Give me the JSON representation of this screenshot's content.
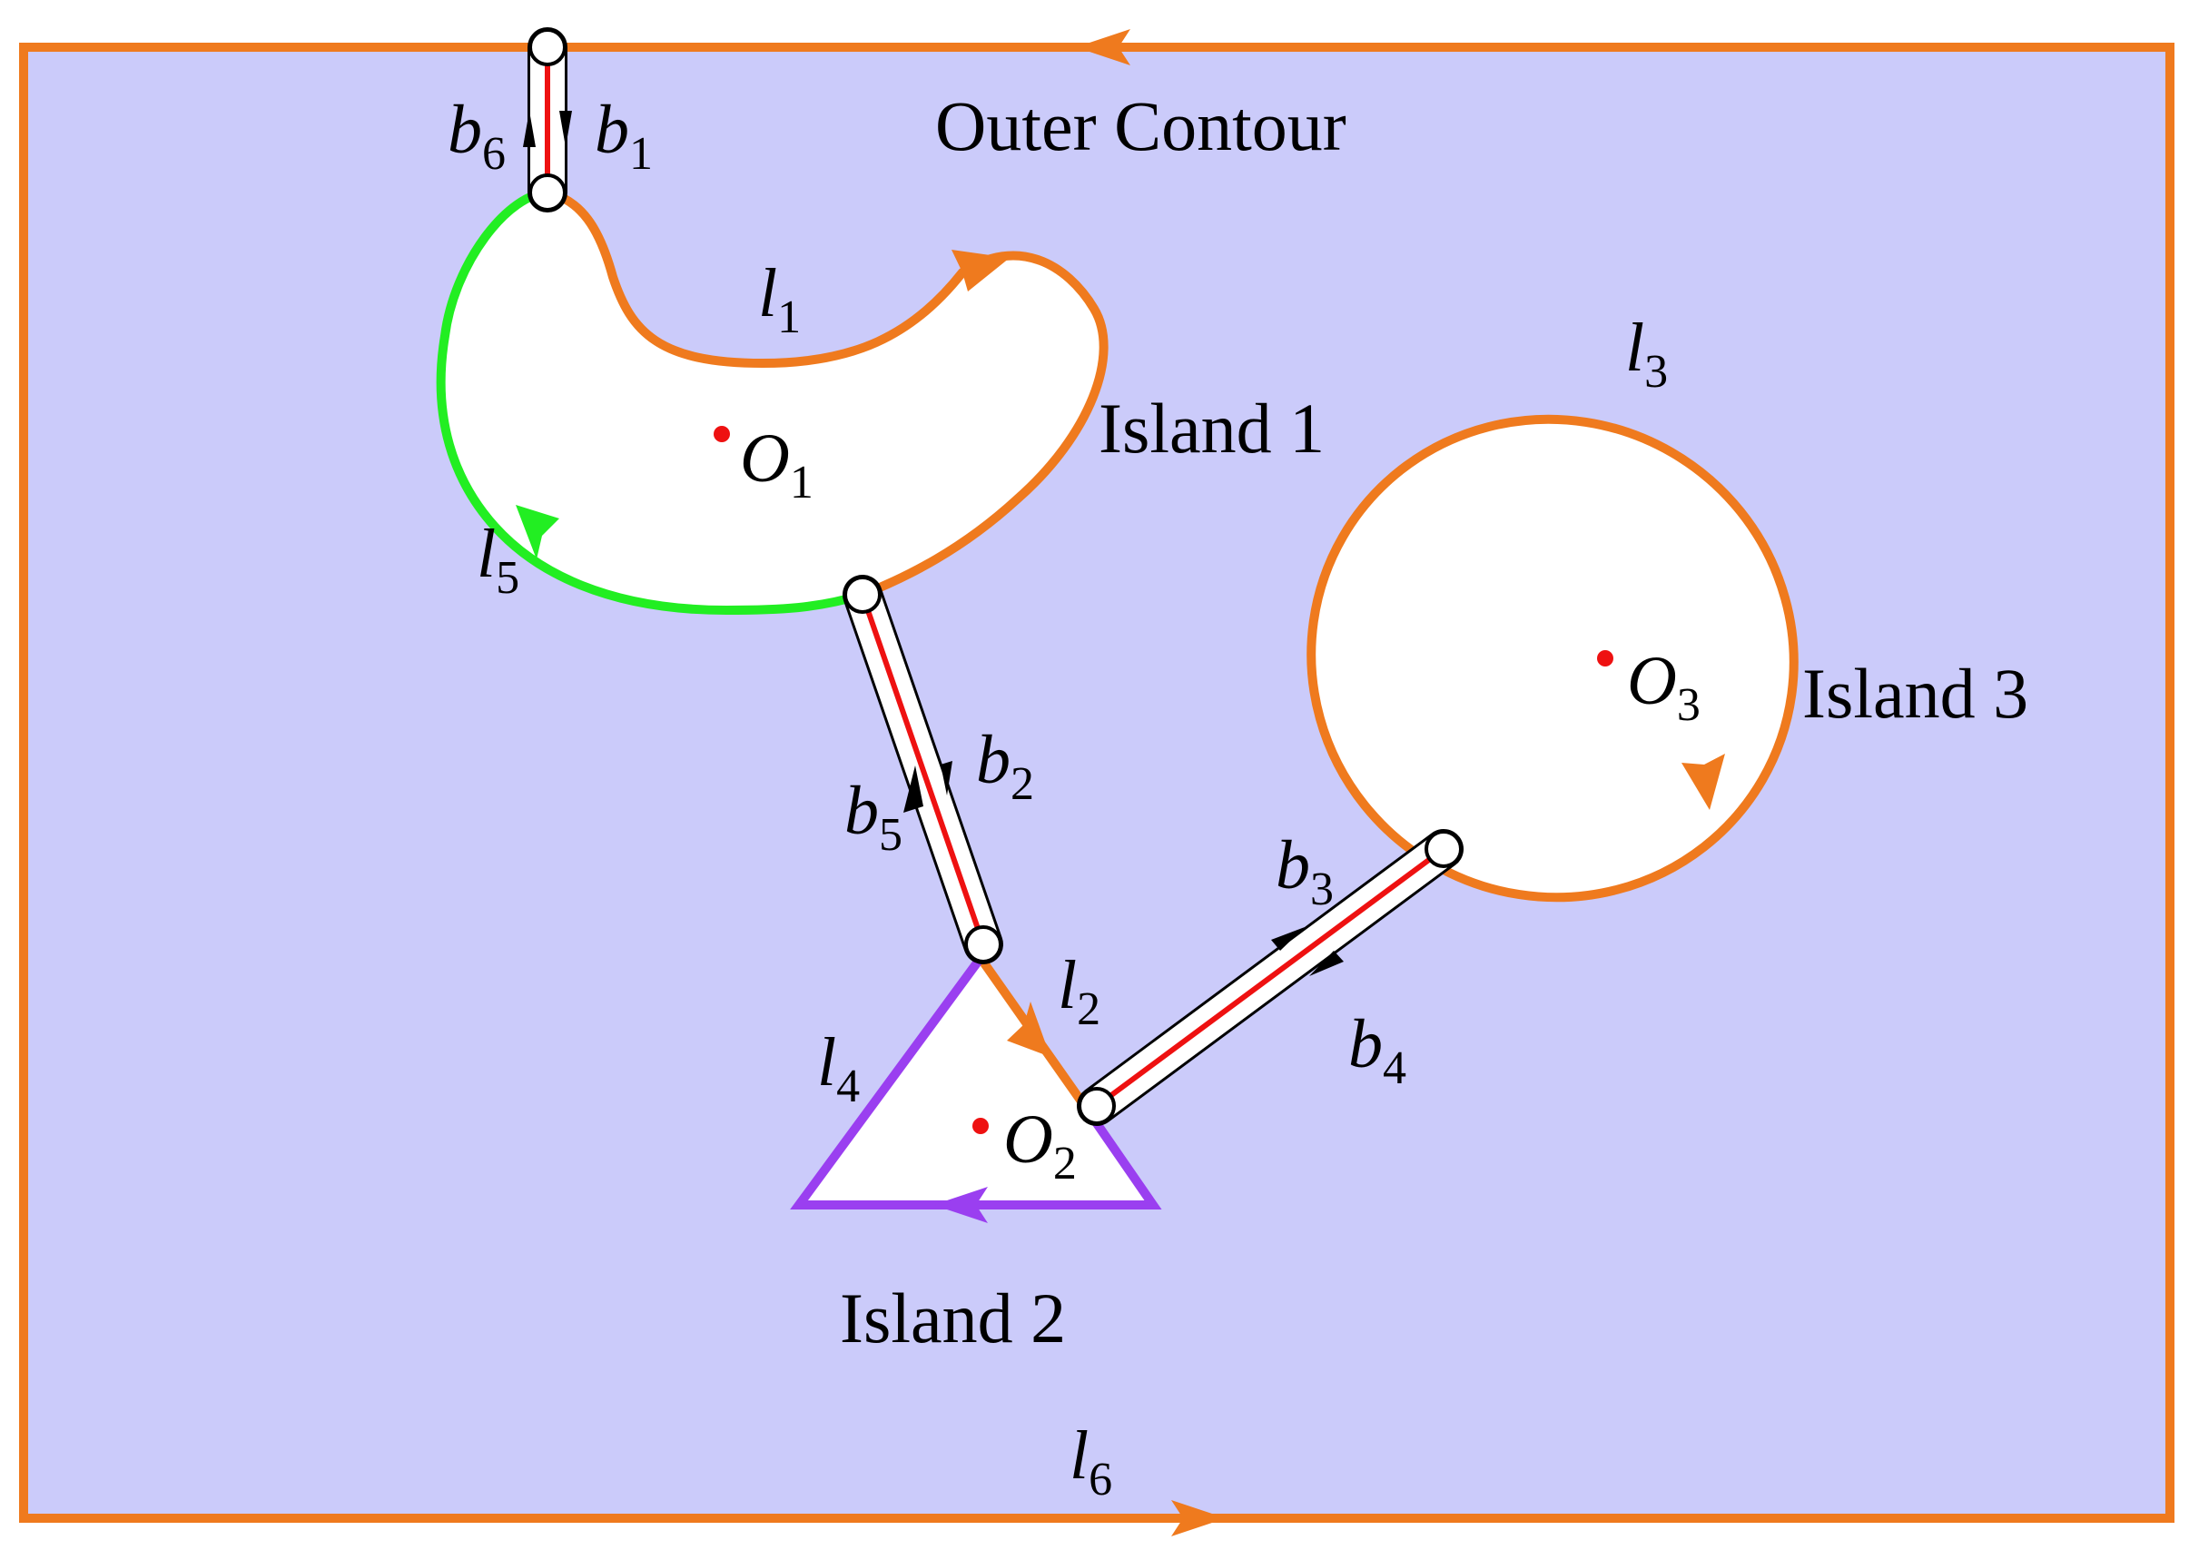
{
  "colors": {
    "domain_fill": "#cbcbfa",
    "island_fill": "#ffffff",
    "orange": "#ef7a1e",
    "green": "#22ee22",
    "purple": "#9a3ff0",
    "bridge_core": "#ee1111",
    "centroid": "#ee1111",
    "text": "#000000"
  },
  "labels": {
    "outer_contour": "Outer Contour",
    "island1": "Island 1",
    "island2": "Island 2",
    "island3": "Island 3"
  },
  "centroids": {
    "o1": {
      "base": "O",
      "sub": "1"
    },
    "o2": {
      "base": "O",
      "sub": "2"
    },
    "o3": {
      "base": "O",
      "sub": "3"
    }
  },
  "loops": {
    "l1": {
      "base": "l",
      "sub": "1"
    },
    "l2": {
      "base": "l",
      "sub": "2"
    },
    "l3": {
      "base": "l",
      "sub": "3"
    },
    "l4": {
      "base": "l",
      "sub": "4"
    },
    "l5": {
      "base": "l",
      "sub": "5"
    },
    "l6": {
      "base": "l",
      "sub": "6"
    }
  },
  "bridges": {
    "b1": {
      "base": "b",
      "sub": "1"
    },
    "b2": {
      "base": "b",
      "sub": "2"
    },
    "b3": {
      "base": "b",
      "sub": "3"
    },
    "b4": {
      "base": "b",
      "sub": "4"
    },
    "b5": {
      "base": "b",
      "sub": "5"
    },
    "b6": {
      "base": "b",
      "sub": "6"
    }
  }
}
